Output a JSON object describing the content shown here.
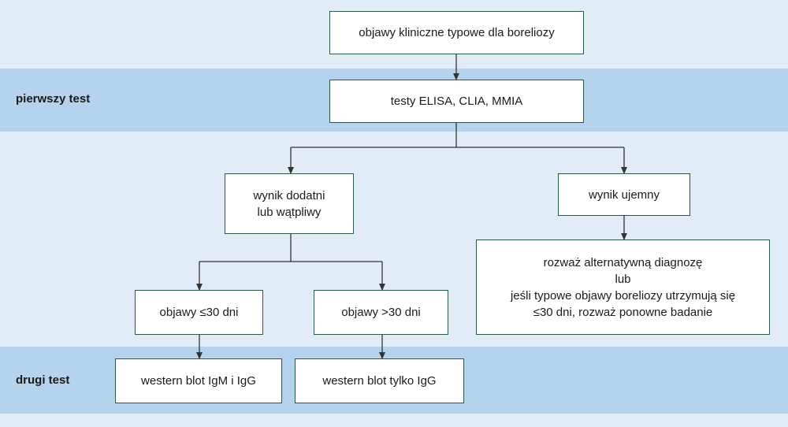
{
  "bands": {
    "first_test": "pierwszy test",
    "second_test": "drugi test"
  },
  "boxes": {
    "symptoms": "objawy kliniczne typowe dla boreliozy",
    "tests": "testy ELISA, CLIA, MMIA",
    "positive": "wynik dodatni\nlub wątpliwy",
    "negative": "wynik ujemny",
    "consider": "rozważ alternatywną diagnozę\nlub\njeśli typowe objawy boreliozy utrzymują się\n≤30 dni, rozważ ponowne badanie",
    "le30": "objawy ≤30 dni",
    "gt30": "objawy >30 dni",
    "wb_igm_igg": "western blot IgM i IgG",
    "wb_igg": "western blot tylko IgG"
  },
  "colors": {
    "background": "#e2ecf7",
    "band": "#b6d3ee",
    "box_border": "#2c5a4a",
    "line": "#333333"
  }
}
